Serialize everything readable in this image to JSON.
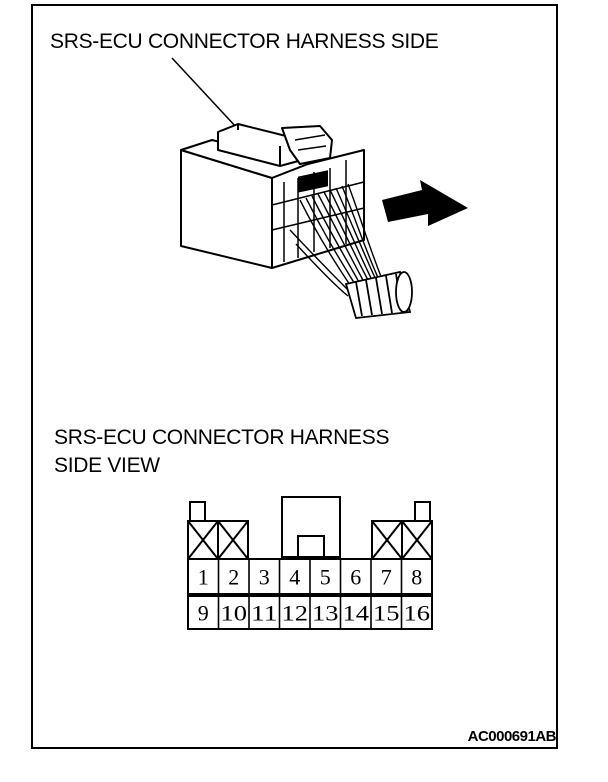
{
  "labels": {
    "harness_side": "SRS-ECU CONNECTOR HARNESS SIDE",
    "view_line1": "SRS-ECU CONNECTOR HARNESS",
    "view_line2": "SIDE VIEW",
    "figure_code": "AC000691AB"
  },
  "connector": {
    "top_row": [
      "1",
      "2",
      "3",
      "4",
      "5",
      "6",
      "7",
      "8"
    ],
    "bottom_row": [
      "9",
      "10",
      "11",
      "12",
      "13",
      "14",
      "15",
      "16"
    ],
    "blocked_positions": [
      "1",
      "2",
      "7",
      "8"
    ]
  }
}
